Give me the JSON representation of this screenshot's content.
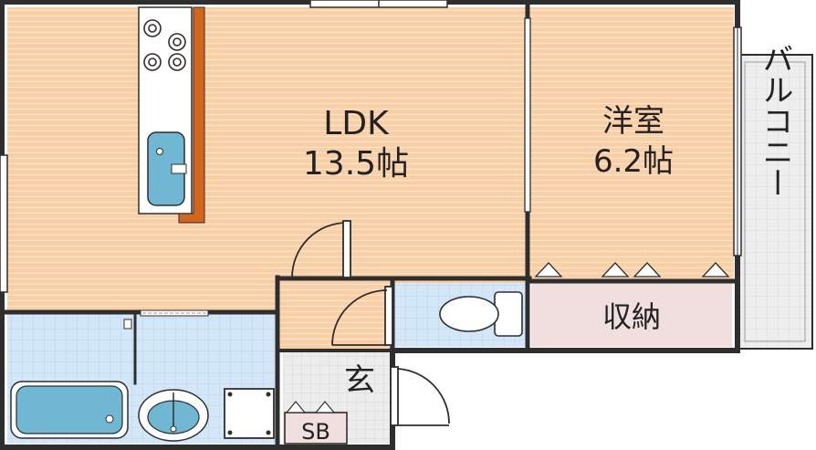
{
  "rooms": {
    "ldk": {
      "name": "LDK",
      "size": "13.5帖"
    },
    "western": {
      "name": "洋室",
      "size": "6.2帖"
    },
    "storage": {
      "name": "収納"
    },
    "entrance": {
      "name": "玄"
    },
    "shoebox": {
      "name": "SB"
    },
    "balcony": {
      "name": "バルコニー"
    }
  },
  "colors": {
    "floor": "#f9cfa6",
    "floor_stripe": "#fbe0c6",
    "wet_area": "#cfe3f7",
    "fixture": "#6fb7d3",
    "storage": "#f1dede",
    "entrance": "#e9e9e9",
    "balcony": "#ececec",
    "wall": "#2e2e2e",
    "counter": "#d5651a"
  }
}
